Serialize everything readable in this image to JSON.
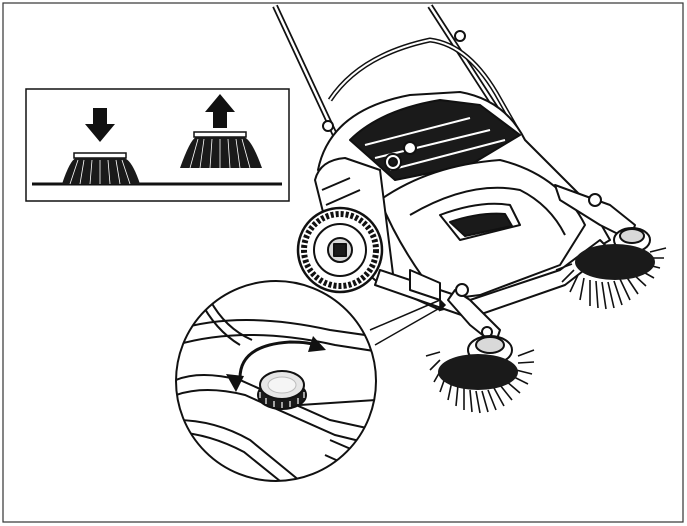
{
  "figure": {
    "description_visible_text": "",
    "colors": {
      "stroke": "#111111",
      "fill_light": "#ffffff",
      "fill_gray": "#d9d9d9",
      "fill_dark": "#1a1a1a",
      "frame": "#333333"
    },
    "inset_brush_height": {
      "icons": [
        "arrow-down-icon",
        "arrow-up-icon"
      ],
      "left_state": "lowered",
      "right_state": "raised"
    },
    "detail_callout": {
      "icon": "rotate-arrow-icon",
      "control": "adjustment-knob"
    }
  }
}
